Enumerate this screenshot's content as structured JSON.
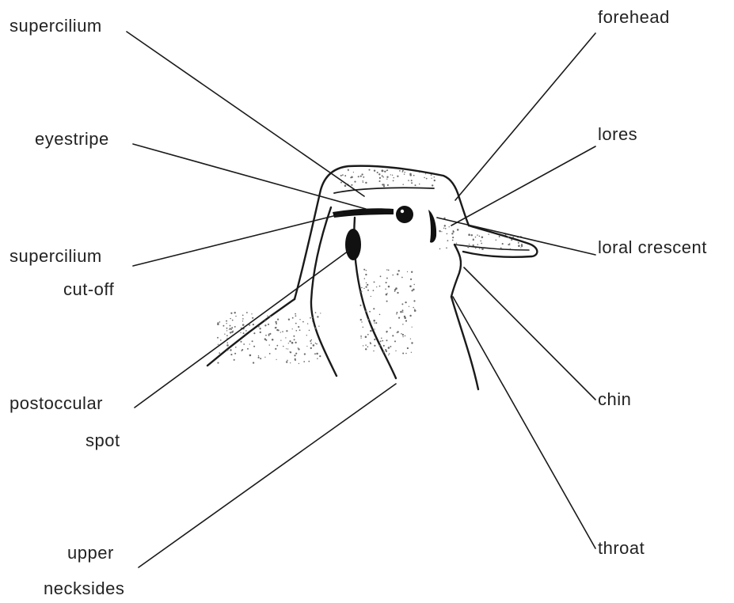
{
  "labels": {
    "supercilium": "supercilium",
    "forehead": "forehead",
    "eyestripe": "eyestripe",
    "lores": "lores",
    "supercilium_cutoff_line1": "supercilium",
    "supercilium_cutoff_line2": "cut-off",
    "loral_crescent": "loral crescent",
    "postoccular_line1": "postoccular",
    "postoccular_line2": "spot",
    "chin": "chin",
    "throat": "throat",
    "upper_necksides_line1": "upper",
    "upper_necksides_line2": "necksides"
  },
  "colors": {
    "ink": "#1a1a1a",
    "background": "#ffffff",
    "stipple": "#6a6a6a"
  }
}
